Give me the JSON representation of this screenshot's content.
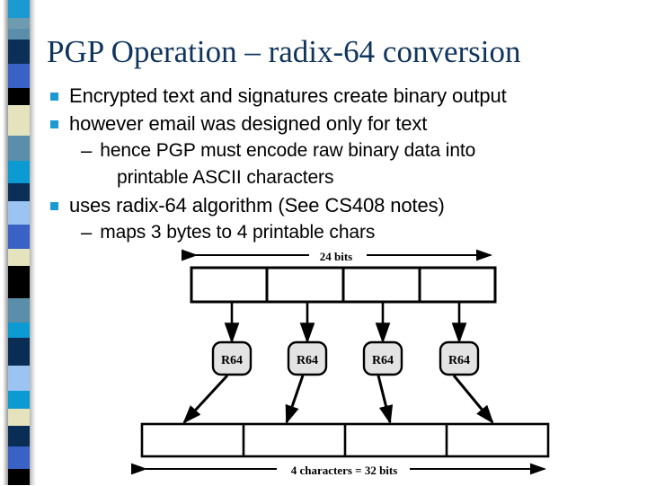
{
  "slide": {
    "title": "PGP Operation – radix-64 conversion",
    "title_color": "#10355c",
    "bullet_color": "#1b9ad1",
    "background": "#ffffff"
  },
  "side_strip": {
    "name": "decorative-color-strip",
    "bands": [
      {
        "color": "#1b9ad1",
        "h": 22
      },
      {
        "color": "#6f9bb0",
        "h": 14
      },
      {
        "color": "#5b8ea8",
        "h": 14
      },
      {
        "color": "#0b2f57",
        "h": 30
      },
      {
        "color": "#3a62c4",
        "h": 30
      },
      {
        "color": "#000000",
        "h": 22
      },
      {
        "color": "#e4e3bd",
        "h": 38
      },
      {
        "color": "#5b8ea8",
        "h": 32
      },
      {
        "color": "#0b9ad1",
        "h": 28
      },
      {
        "color": "#0b2f57",
        "h": 22
      },
      {
        "color": "#9bc4f2",
        "h": 30
      },
      {
        "color": "#3a62c4",
        "h": 30
      },
      {
        "color": "#e4e3bd",
        "h": 22
      },
      {
        "color": "#000000",
        "h": 40
      },
      {
        "color": "#5b8ea8",
        "h": 30
      },
      {
        "color": "#0b9ad1",
        "h": 20
      },
      {
        "color": "#0a2d55",
        "h": 34
      },
      {
        "color": "#9bc4f2",
        "h": 32
      },
      {
        "color": "#0b9ad1",
        "h": 22
      },
      {
        "color": "#e4e3bd",
        "h": 22
      },
      {
        "color": "#0a2d55",
        "h": 26
      },
      {
        "color": "#3a62c4",
        "h": 28
      },
      {
        "color": "#000000",
        "h": 20
      }
    ]
  },
  "bullets": [
    {
      "level": 1,
      "marker": "square",
      "text": "Encrypted text and signatures create binary output"
    },
    {
      "level": 1,
      "marker": "square",
      "text": "however email was designed only for text"
    },
    {
      "level": 2,
      "marker": "dash",
      "text": "hence PGP must encode raw binary data into"
    },
    {
      "level": 3,
      "marker": "none",
      "text": "printable ASCII characters"
    },
    {
      "level": 1,
      "marker": "square",
      "text": "uses radix-64 algorithm (See CS408 notes)"
    },
    {
      "level": 2,
      "marker": "dash",
      "text": "maps 3 bytes to 4 printable chars"
    }
  ],
  "diagram": {
    "name": "radix-64-conversion-diagram",
    "top_label": "24 bits",
    "bottom_label": "4 characters = 32 bits",
    "box_label": "R64",
    "box_count": 4,
    "box_fill": "#e3e3e3",
    "stroke": "#000000"
  }
}
